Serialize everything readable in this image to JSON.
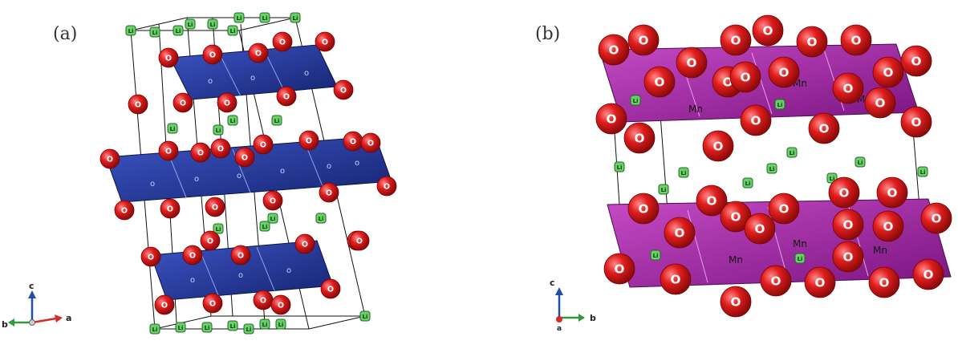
{
  "panels": [
    {
      "label": "(a)",
      "octahedron_atom": "o",
      "octahedron_color": "#1d2f8c",
      "oxygen_label": "O",
      "lithium_label": "Li",
      "axes": {
        "up": "c",
        "left": "b",
        "right": "a"
      }
    },
    {
      "label": "(b)",
      "octahedron_atom": "Mn",
      "octahedron_color": "#9b1f9b",
      "oxygen_label": "O",
      "lithium_label": "Li",
      "axes": {
        "up": "c",
        "right": "b",
        "origin": "a"
      }
    }
  ],
  "colors": {
    "oxygen": "#e11d1d",
    "lithium": "#4db84d",
    "axis_up": "#1f4fa8",
    "axis_green": "#2e9a3e",
    "axis_red": "#d42a2a"
  }
}
